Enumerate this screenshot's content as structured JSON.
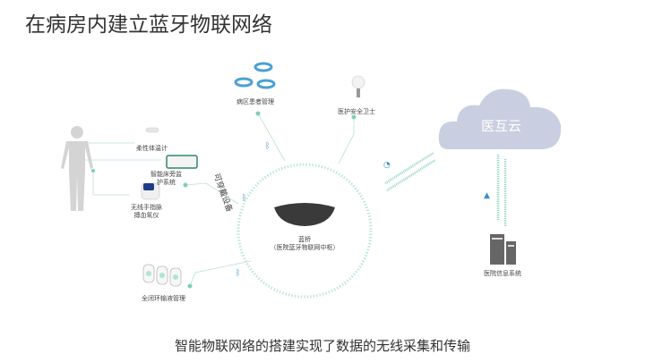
{
  "title": "在病房内建立蓝牙物联网络",
  "devices": {
    "thermometer": "柔性体温计",
    "bedside_monitor_line1": "智能床旁监",
    "bedside_monitor_line2": "护系统",
    "oximeter_line1": "无线手指脉",
    "oximeter_line2": "搏血氧仪",
    "wearables": "可穿戴设备",
    "ward_patient": "病区患者管理",
    "staff_safety": "医护安全卫士",
    "infusion": "全闭环输液管理"
  },
  "hub": {
    "name": "蓝桥",
    "subtitle": "（医院蓝牙物联网中枢）"
  },
  "cloud": {
    "label": "医互云",
    "color": "#c9cfe0"
  },
  "his": {
    "label": "医院信息系统"
  },
  "caption": "智能物联网络的搭建实现了数据的无线采集和传输",
  "colors": {
    "accent": "#7fcfb4",
    "bluetooth": "#3a8fd0"
  }
}
